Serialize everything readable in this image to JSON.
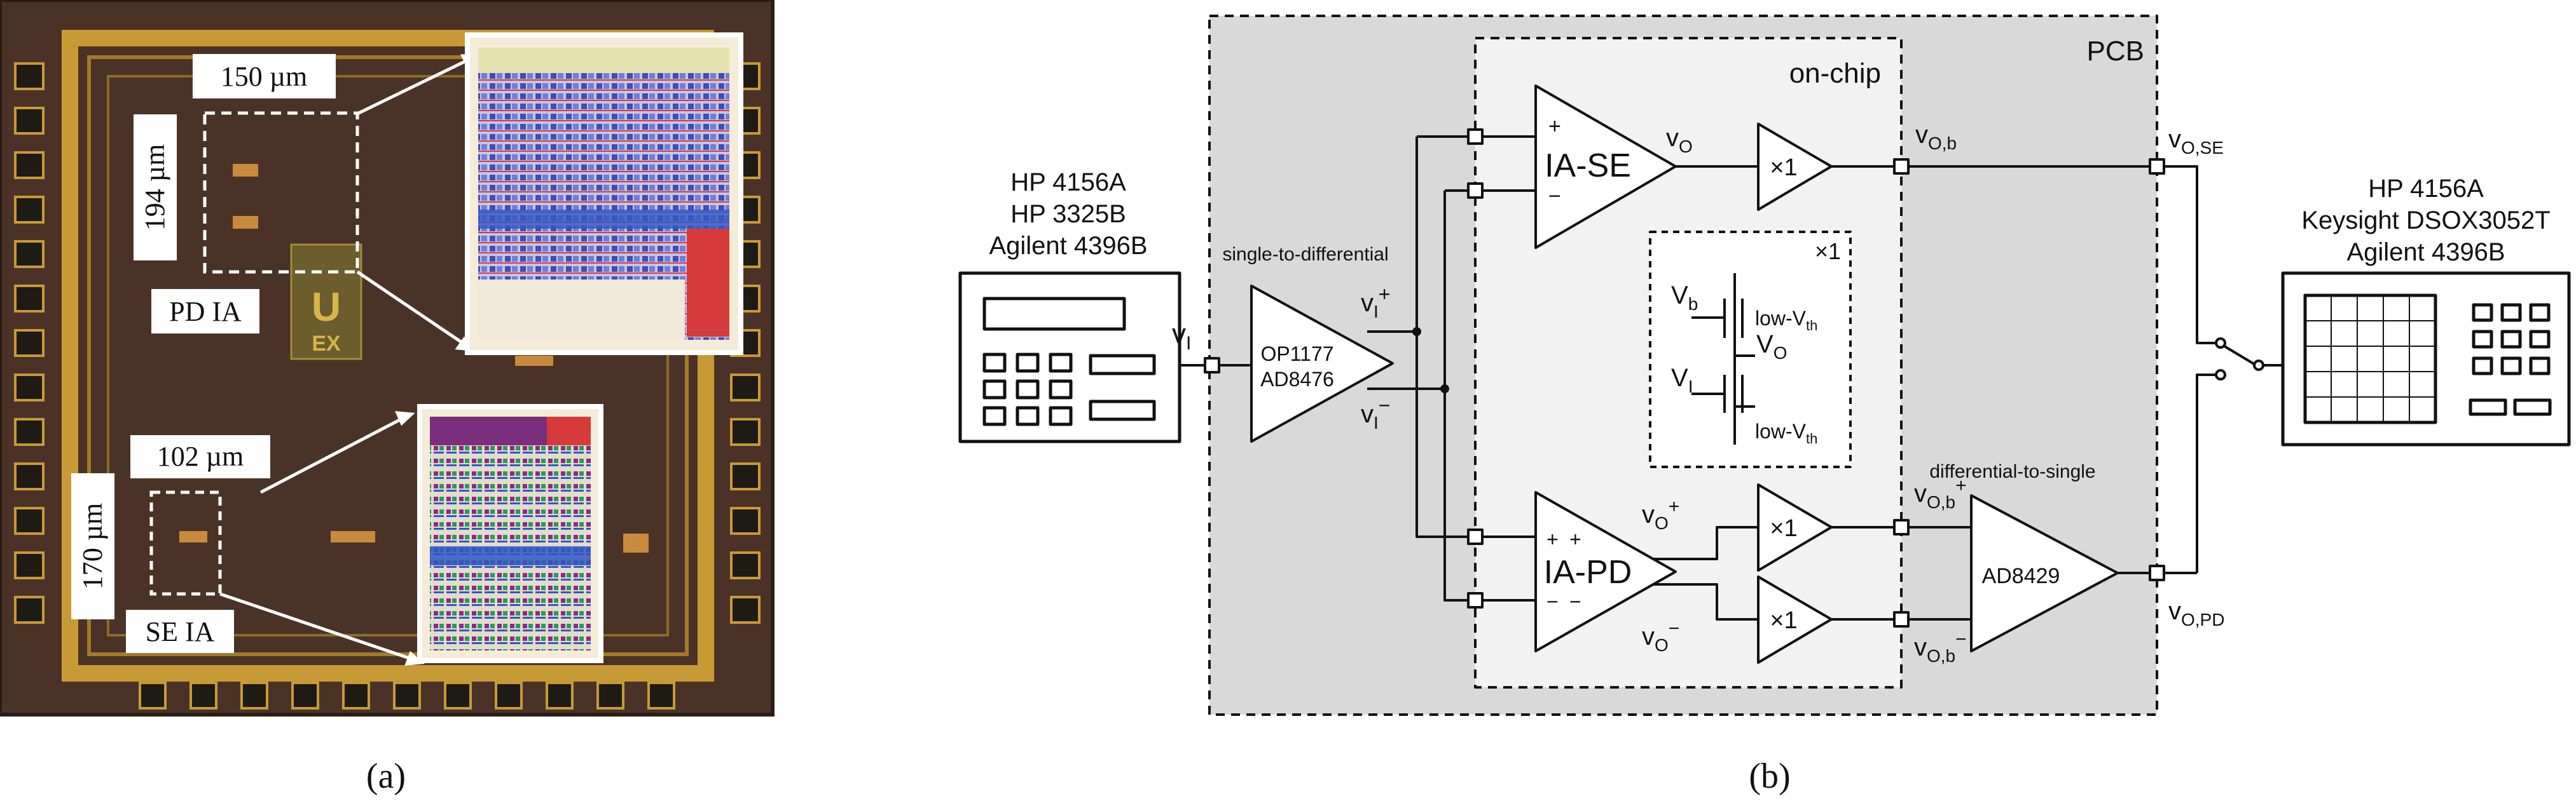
{
  "panel_a": {
    "label_width_pd": "150 µm",
    "label_height_pd": "194 µm",
    "label_pd_ia": "PD IA",
    "label_width_se": "102 µm",
    "label_height_se": "170 µm",
    "label_se_ia": "SE IA",
    "chip_logo_letters": "UEX",
    "caption": "(a)",
    "colors": {
      "die": "#4a3326",
      "ring": "#c79a36",
      "pad": "#1e1a14",
      "block": "#c88a3c"
    }
  },
  "panel_b": {
    "caption": "(b)",
    "pcb_label": "PCB",
    "onchip_label": "on-chip",
    "source_instrument": {
      "lines": [
        "HP 4156A",
        "HP 3325B",
        "Agilent 4396B"
      ]
    },
    "meter_instrument": {
      "lines": [
        "HP 4156A",
        "Keysight DSOX3052T",
        "Agilent 4396B"
      ]
    },
    "s2d_label": "single-to-differential",
    "s2d_parts": [
      "OP1177",
      "AD8476"
    ],
    "d2s_label": "differential-to-single",
    "d2s_part": "AD8429",
    "ia_se": "IA-SE",
    "ia_pd": "IA-PD",
    "buffer": "×1",
    "buffer_inset_title": "×1",
    "transistor_note": "low-V",
    "transistor_note_sub": "th",
    "signals": {
      "vi": {
        "main": "v",
        "sub": "I",
        "sup": ""
      },
      "vi_plus": {
        "main": "v",
        "sub": "I",
        "sup": "+"
      },
      "vi_minus": {
        "main": "v",
        "sub": "I",
        "sup": "−"
      },
      "vo": {
        "main": "v",
        "sub": "O",
        "sup": ""
      },
      "vob": {
        "main": "v",
        "sub": "O,b",
        "sup": ""
      },
      "vo_se": {
        "main": "v",
        "sub": "O,SE",
        "sup": ""
      },
      "vo_plus": {
        "main": "v",
        "sub": "O",
        "sup": "+"
      },
      "vo_minus": {
        "main": "v",
        "sub": "O",
        "sup": "−"
      },
      "vob_plus": {
        "main": "v",
        "sub": "O,b",
        "sup": "+"
      },
      "vob_minus": {
        "main": "v",
        "sub": "O,b",
        "sup": "−"
      },
      "vo_pd": {
        "main": "v",
        "sub": "O,PD",
        "sup": ""
      },
      "vb": {
        "main": "V",
        "sub": "b",
        "sup": ""
      },
      "vi_inset": {
        "main": "V",
        "sub": "I",
        "sup": ""
      },
      "vo_inset": {
        "main": "V",
        "sub": "O",
        "sup": ""
      }
    },
    "colors": {
      "pcb_fill": "#d9d9d9",
      "onchip_fill": "#f2f2f2",
      "line": "#111111"
    }
  }
}
